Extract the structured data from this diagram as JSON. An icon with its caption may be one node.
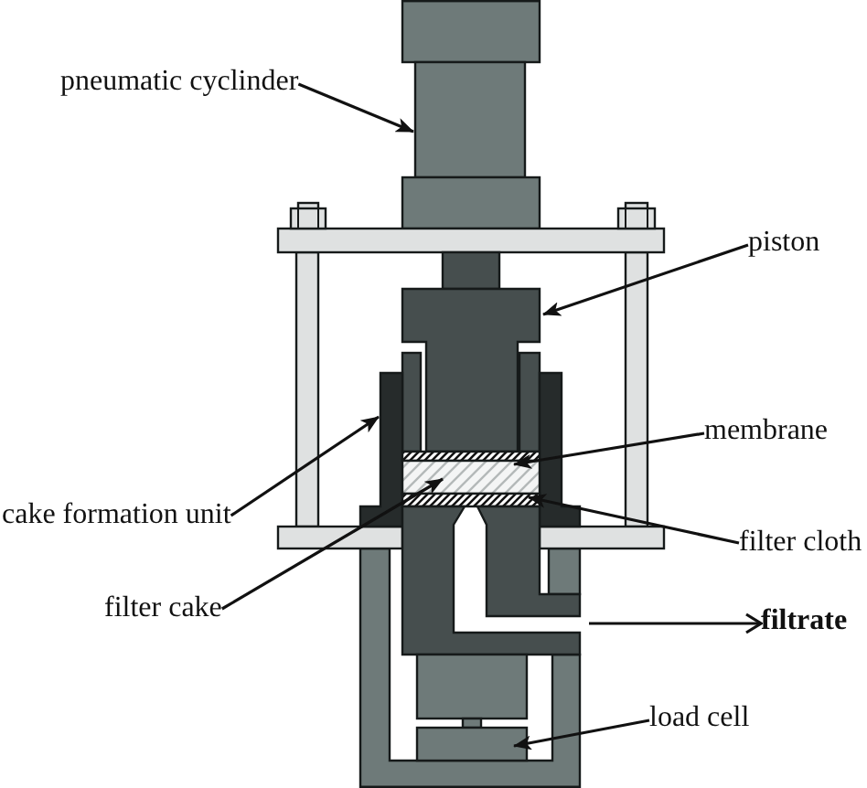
{
  "diagram": {
    "nodes": [
      {
        "text": [
          "pneumatic cyclinder"
        ]
      },
      {
        "text": [
          "piston"
        ]
      },
      {
        "text": [
          "membrane"
        ]
      },
      {
        "text": [
          "cake formation unit"
        ]
      },
      {
        "text": [
          "filter cloth"
        ]
      },
      {
        "text": [
          "filter cake"
        ]
      },
      {
        "text": [
          "filtrate"
        ]
      },
      {
        "text": [
          "load cell"
        ]
      }
    ],
    "edges": [
      {
        "from": 0,
        "to": null,
        "arrow": "to"
      },
      {
        "from": 1,
        "to": null,
        "arrow": "to"
      },
      {
        "from": 2,
        "to": null,
        "arrow": "to"
      },
      {
        "from": 3,
        "to": null,
        "arrow": "to"
      },
      {
        "from": 4,
        "to": null,
        "arrow": "to"
      },
      {
        "from": 5,
        "to": null,
        "arrow": "to"
      },
      {
        "from": null,
        "to": 6,
        "arrow": "to"
      },
      {
        "from": 7,
        "to": null,
        "arrow": "to"
      }
    ]
  }
}
